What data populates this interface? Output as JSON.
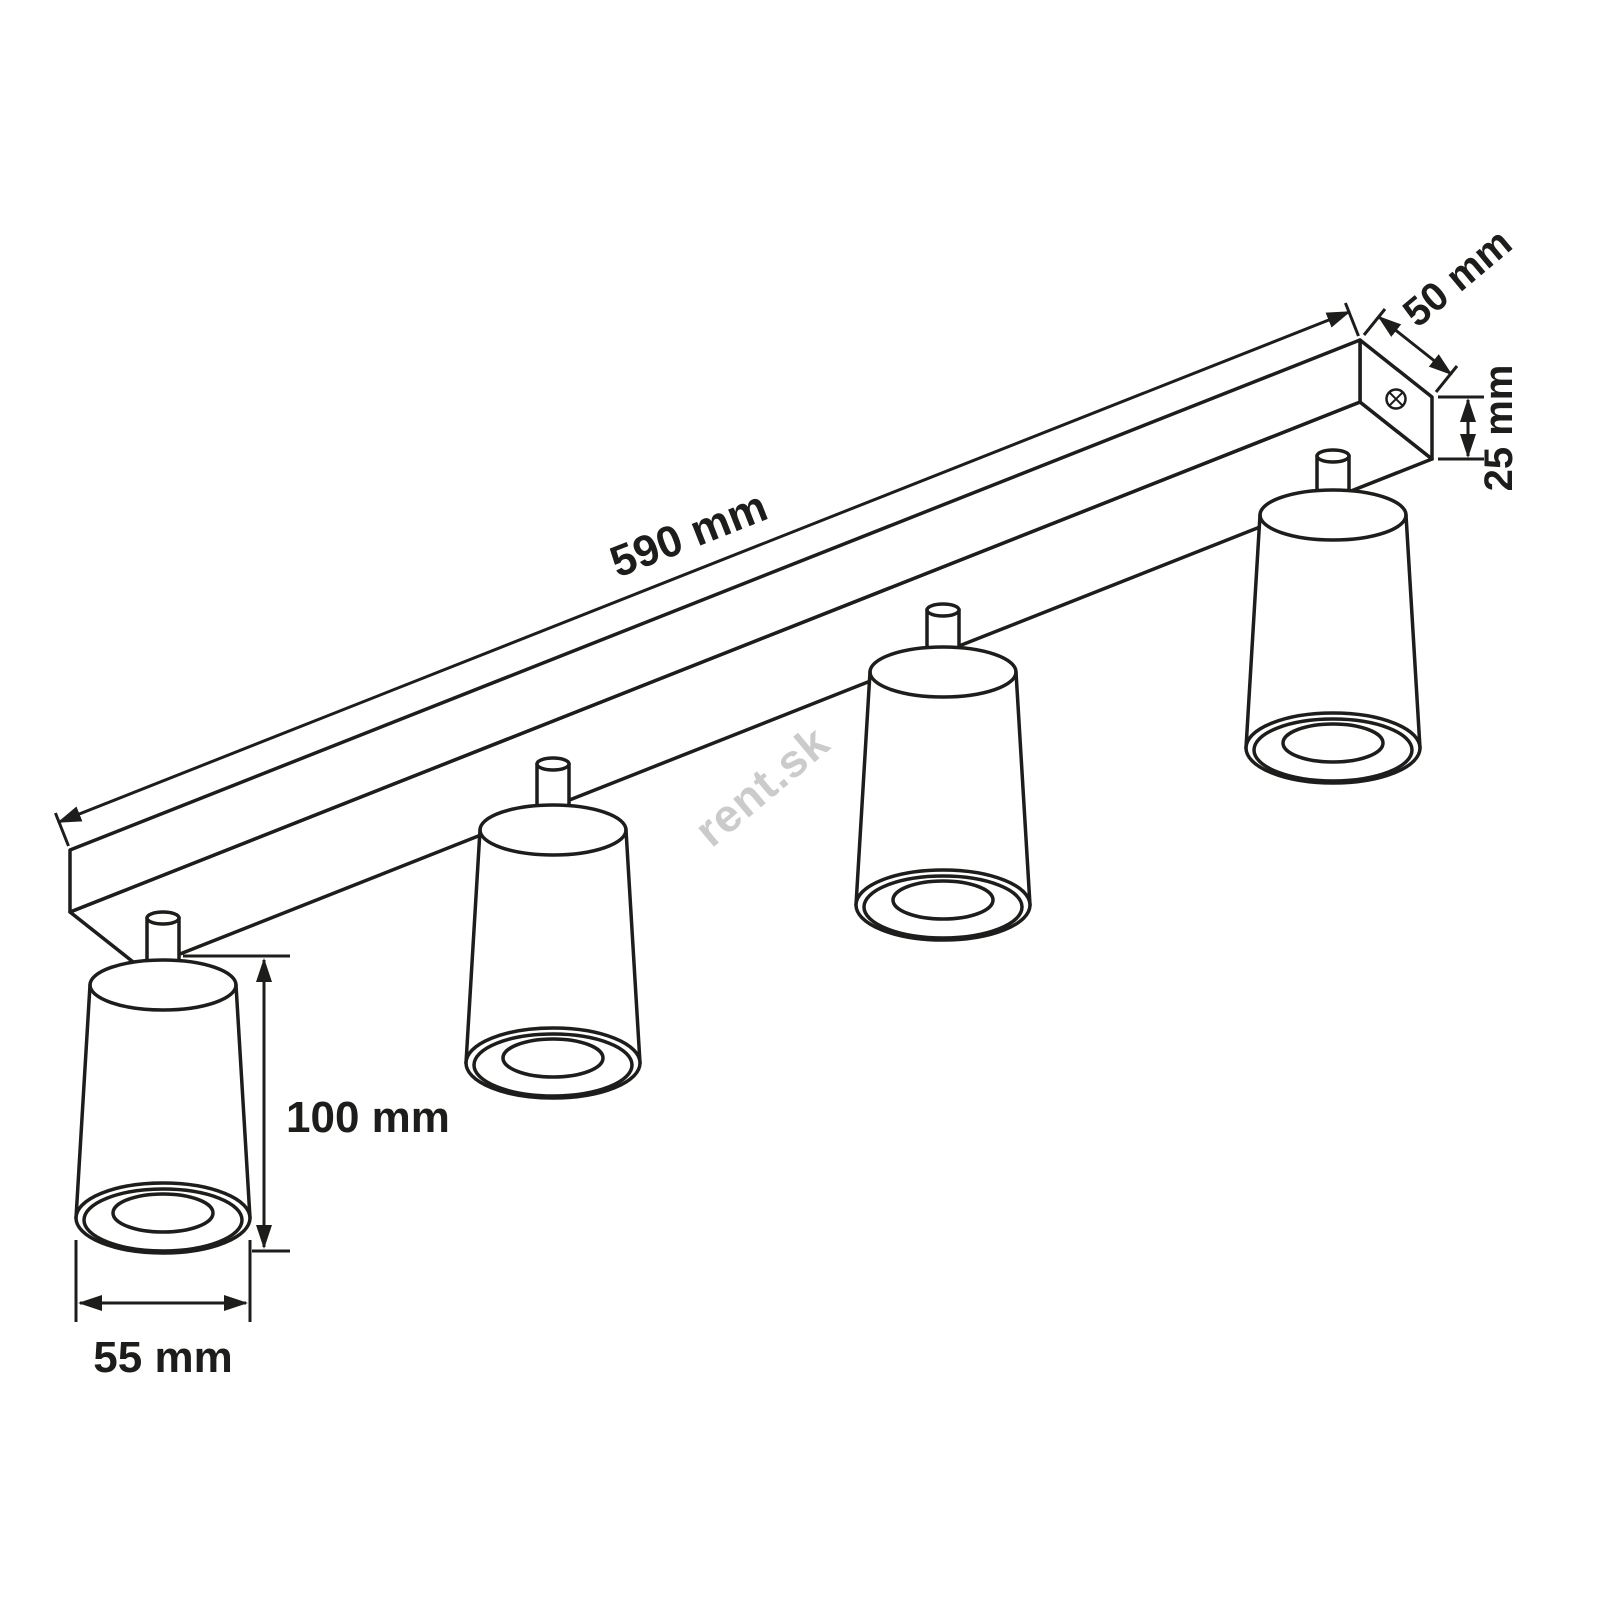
{
  "diagram": {
    "title": "ceiling-spotlight-dimension-drawing",
    "watermark": "rent.sk",
    "dimensions": {
      "bar_length": "590 mm",
      "bar_width": "50 mm",
      "bar_height": "25 mm",
      "spot_height": "100 mm",
      "spot_diameter": "55 mm"
    },
    "icons": {
      "end_cap_screw": "screw-icon"
    },
    "colors": {
      "line": "#1d1d1b",
      "watermark": "#c3c3c3",
      "background": "#ffffff"
    },
    "spotlight_count": 4
  }
}
